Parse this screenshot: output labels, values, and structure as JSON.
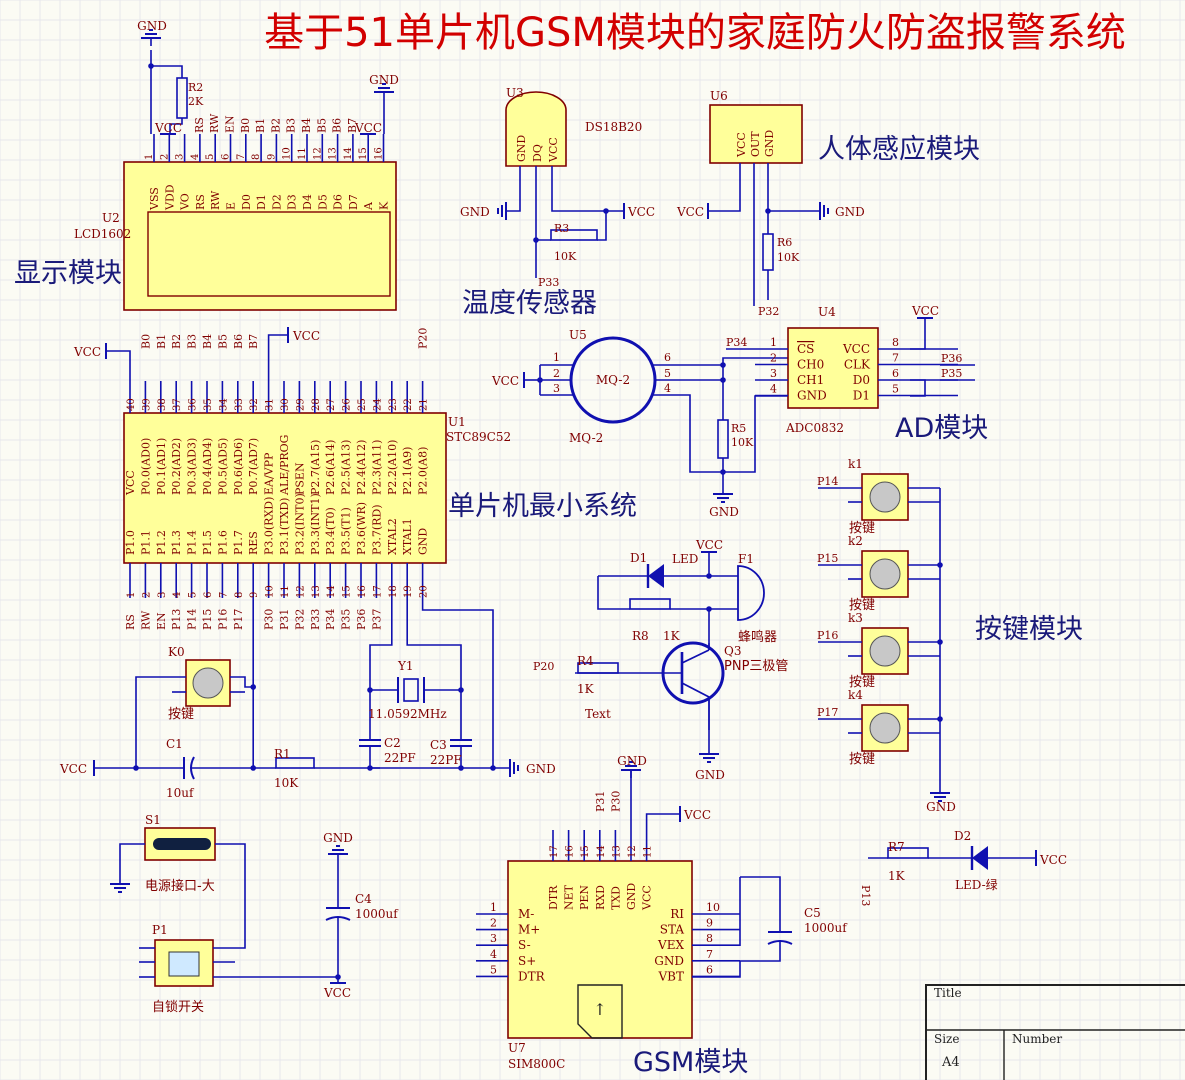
{
  "title": "基于51单片机GSM模块的家庭防火防盗报警系统",
  "nets": {
    "gnd": "GND",
    "vcc": "VCC"
  },
  "colors": {
    "wire": "#1010b0",
    "part": "#800000",
    "fill": "#ffff9a",
    "title": "#d20000",
    "label": "#8b0000",
    "grid": "#e7e7ec"
  },
  "modules": {
    "display": "显示模块",
    "temp": "温度传感器",
    "pir": "人体感应模块",
    "mcu": "单片机最小系统",
    "ad": "AD模块",
    "keys": "按键模块",
    "gsm": "GSM模块"
  },
  "lcd": {
    "ref": "U2",
    "name": "LCD1602",
    "pins": [
      "VSS",
      "VDD",
      "VO",
      "RS",
      "RW",
      "E",
      "D0",
      "D1",
      "D2",
      "D3",
      "D4",
      "D5",
      "D6",
      "D7",
      "A",
      "K"
    ],
    "nums": [
      "1",
      "2",
      "3",
      "4",
      "5",
      "6",
      "7",
      "8",
      "9",
      "10",
      "11",
      "12",
      "13",
      "14",
      "15",
      "16"
    ],
    "nets": [
      "RS",
      "RW",
      "EN",
      "B0",
      "B1",
      "B2",
      "B3",
      "B4",
      "B5",
      "B6",
      "B7"
    ]
  },
  "r2": {
    "ref": "R2",
    "val": "2K"
  },
  "u3": {
    "ref": "U3",
    "name": "DS18B20",
    "pins": [
      "GND",
      "DQ",
      "VCC"
    ],
    "r": "R3",
    "rval": "10K",
    "net": "P33"
  },
  "u6": {
    "ref": "U6",
    "pins": [
      "VCC",
      "OUT",
      "GND"
    ],
    "r": "R6",
    "rval": "10K",
    "net": "P32"
  },
  "u5": {
    "ref": "U5",
    "name": "MQ-2",
    "label": "MQ-2",
    "r": "R5",
    "rval": "10K",
    "pins": [
      "1",
      "2",
      "3",
      "6",
      "5",
      "4"
    ]
  },
  "u4": {
    "ref": "U4",
    "name": "ADC0832",
    "left": [
      "CS",
      "CH0",
      "CH1",
      "GND"
    ],
    "right": [
      "VCC",
      "CLK",
      "D0",
      "D1"
    ],
    "lnums": [
      "1",
      "2",
      "3",
      "4"
    ],
    "rnums": [
      "8",
      "7",
      "6",
      "5"
    ],
    "nets": [
      "P34",
      "P36",
      "P35"
    ]
  },
  "mcu": {
    "ref": "U1",
    "name": "STC89C52",
    "top": [
      "VCC",
      "P0.0(AD0)",
      "P0.1(AD1)",
      "P0.2(AD2)",
      "P0.3(AD3)",
      "P0.4(AD4)",
      "P0.5(AD5)",
      "P0.6(AD6)",
      "P0.7(AD7)",
      "EA/VPP",
      "ALE/PROG",
      "PSEN",
      "P2.7(A15)",
      "P2.6(A14)",
      "P2.5(A13)",
      "P2.4(A12)",
      "P2.3(A11)",
      "P2.2(A10)",
      "P2.1(A9)",
      "P2.0(A8)"
    ],
    "topnums": [
      "40",
      "39",
      "38",
      "37",
      "36",
      "35",
      "34",
      "33",
      "32",
      "31",
      "30",
      "29",
      "28",
      "27",
      "26",
      "25",
      "24",
      "23",
      "22",
      "21"
    ],
    "topnets": [
      "B0",
      "B1",
      "B2",
      "B3",
      "B4",
      "B5",
      "B6",
      "B7",
      "P20"
    ],
    "bottom": [
      "P1.0",
      "P1.1",
      "P1.2",
      "P1.3",
      "P1.4",
      "P1.5",
      "P1.6",
      "P1.7",
      "RES",
      "P3.0(RXD)",
      "P3.1(TXD)",
      "P3.2(INT0)",
      "P3.3(INT1)",
      "P3.4(T0)",
      "P3.5(T1)",
      "P3.6(WR)",
      "P3.7(RD)",
      "XTAL2",
      "XTAL1",
      "GND"
    ],
    "botnums": [
      "1",
      "2",
      "3",
      "4",
      "5",
      "6",
      "7",
      "8",
      "9",
      "10",
      "11",
      "12",
      "13",
      "14",
      "15",
      "16",
      "17",
      "18",
      "19",
      "20"
    ],
    "botnets": [
      "RS",
      "RW",
      "EN",
      "P13",
      "P14",
      "P15",
      "P16",
      "P17",
      "P30",
      "P31",
      "P32",
      "P33",
      "P34",
      "P35",
      "P36",
      "P37"
    ]
  },
  "reset": {
    "key": "K0",
    "keylabel": "按键",
    "c1": "C1",
    "c1val": "10uf",
    "r1": "R1",
    "r1val": "10K"
  },
  "crystal": {
    "ref": "Y1",
    "val": "11.0592MHz",
    "c2": "C2",
    "c2val": "22PF",
    "c3": "C3",
    "c3val": "22PF"
  },
  "alarm": {
    "d1": "D1",
    "d1val": "LED",
    "r8": "R8",
    "r8val": "1K",
    "f1": "F1",
    "f1val": "蜂鸣器",
    "r4": "R4",
    "r4val": "1K",
    "r4net": "P20",
    "r4note": "Text",
    "q3": "Q3",
    "q3val": "PNP三极管"
  },
  "keys": [
    {
      "ref": "k1",
      "net": "P14",
      "label": "按键"
    },
    {
      "ref": "k2",
      "net": "P15",
      "label": "按键"
    },
    {
      "ref": "k3",
      "net": "P16",
      "label": "按键"
    },
    {
      "ref": "k4",
      "net": "P17",
      "label": "按键"
    }
  ],
  "power": {
    "s1": "S1",
    "s1label": "电源接口-大",
    "p1": "P1",
    "p1label": "自锁开关",
    "c4": "C4",
    "c4val": "1000uf"
  },
  "gsm": {
    "ref": "U7",
    "name": "SIM800C",
    "top": [
      "DTR",
      "NET",
      "PEN",
      "RXD",
      "TXD",
      "GND",
      "VCC"
    ],
    "topnums": [
      "17",
      "16",
      "15",
      "14",
      "13",
      "12",
      "11"
    ],
    "topnets": [
      "P31",
      "P30"
    ],
    "left": [
      "M-",
      "M+",
      "S-",
      "S+",
      "DTR"
    ],
    "lnums": [
      "1",
      "2",
      "3",
      "4",
      "5"
    ],
    "right": [
      "RI",
      "STA",
      "VEX",
      "GND",
      "VBT"
    ],
    "rnums": [
      "10",
      "9",
      "8",
      "7",
      "6"
    ],
    "c5": "C5",
    "c5val": "1000uf",
    "antenna": "↑"
  },
  "led2": {
    "r7": "R7",
    "r7val": "1K",
    "net": "P13",
    "d2": "D2",
    "d2val": "LED-绿"
  },
  "titleblock": {
    "title": "Title",
    "size": "Size",
    "number": "Number",
    "sizeval": "A4"
  }
}
